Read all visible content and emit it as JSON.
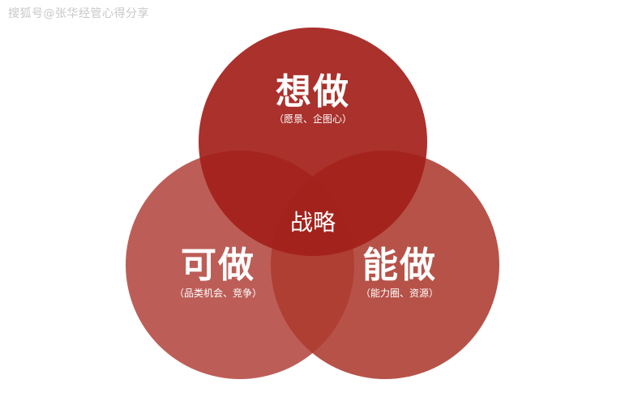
{
  "watermark": "搜狐号@张华经管心得分享",
  "circles": {
    "top": {
      "title": "想做",
      "subtitle": "（愿景、企图心）",
      "color": "#a3201a"
    },
    "left": {
      "title": "可做",
      "subtitle": "（品类机会、竞争）",
      "color": "#b8554e"
    },
    "right": {
      "title": "能做",
      "subtitle": "（能力圈、资源）",
      "color": "#ad3a2f"
    }
  },
  "center": {
    "label": "战略"
  }
}
